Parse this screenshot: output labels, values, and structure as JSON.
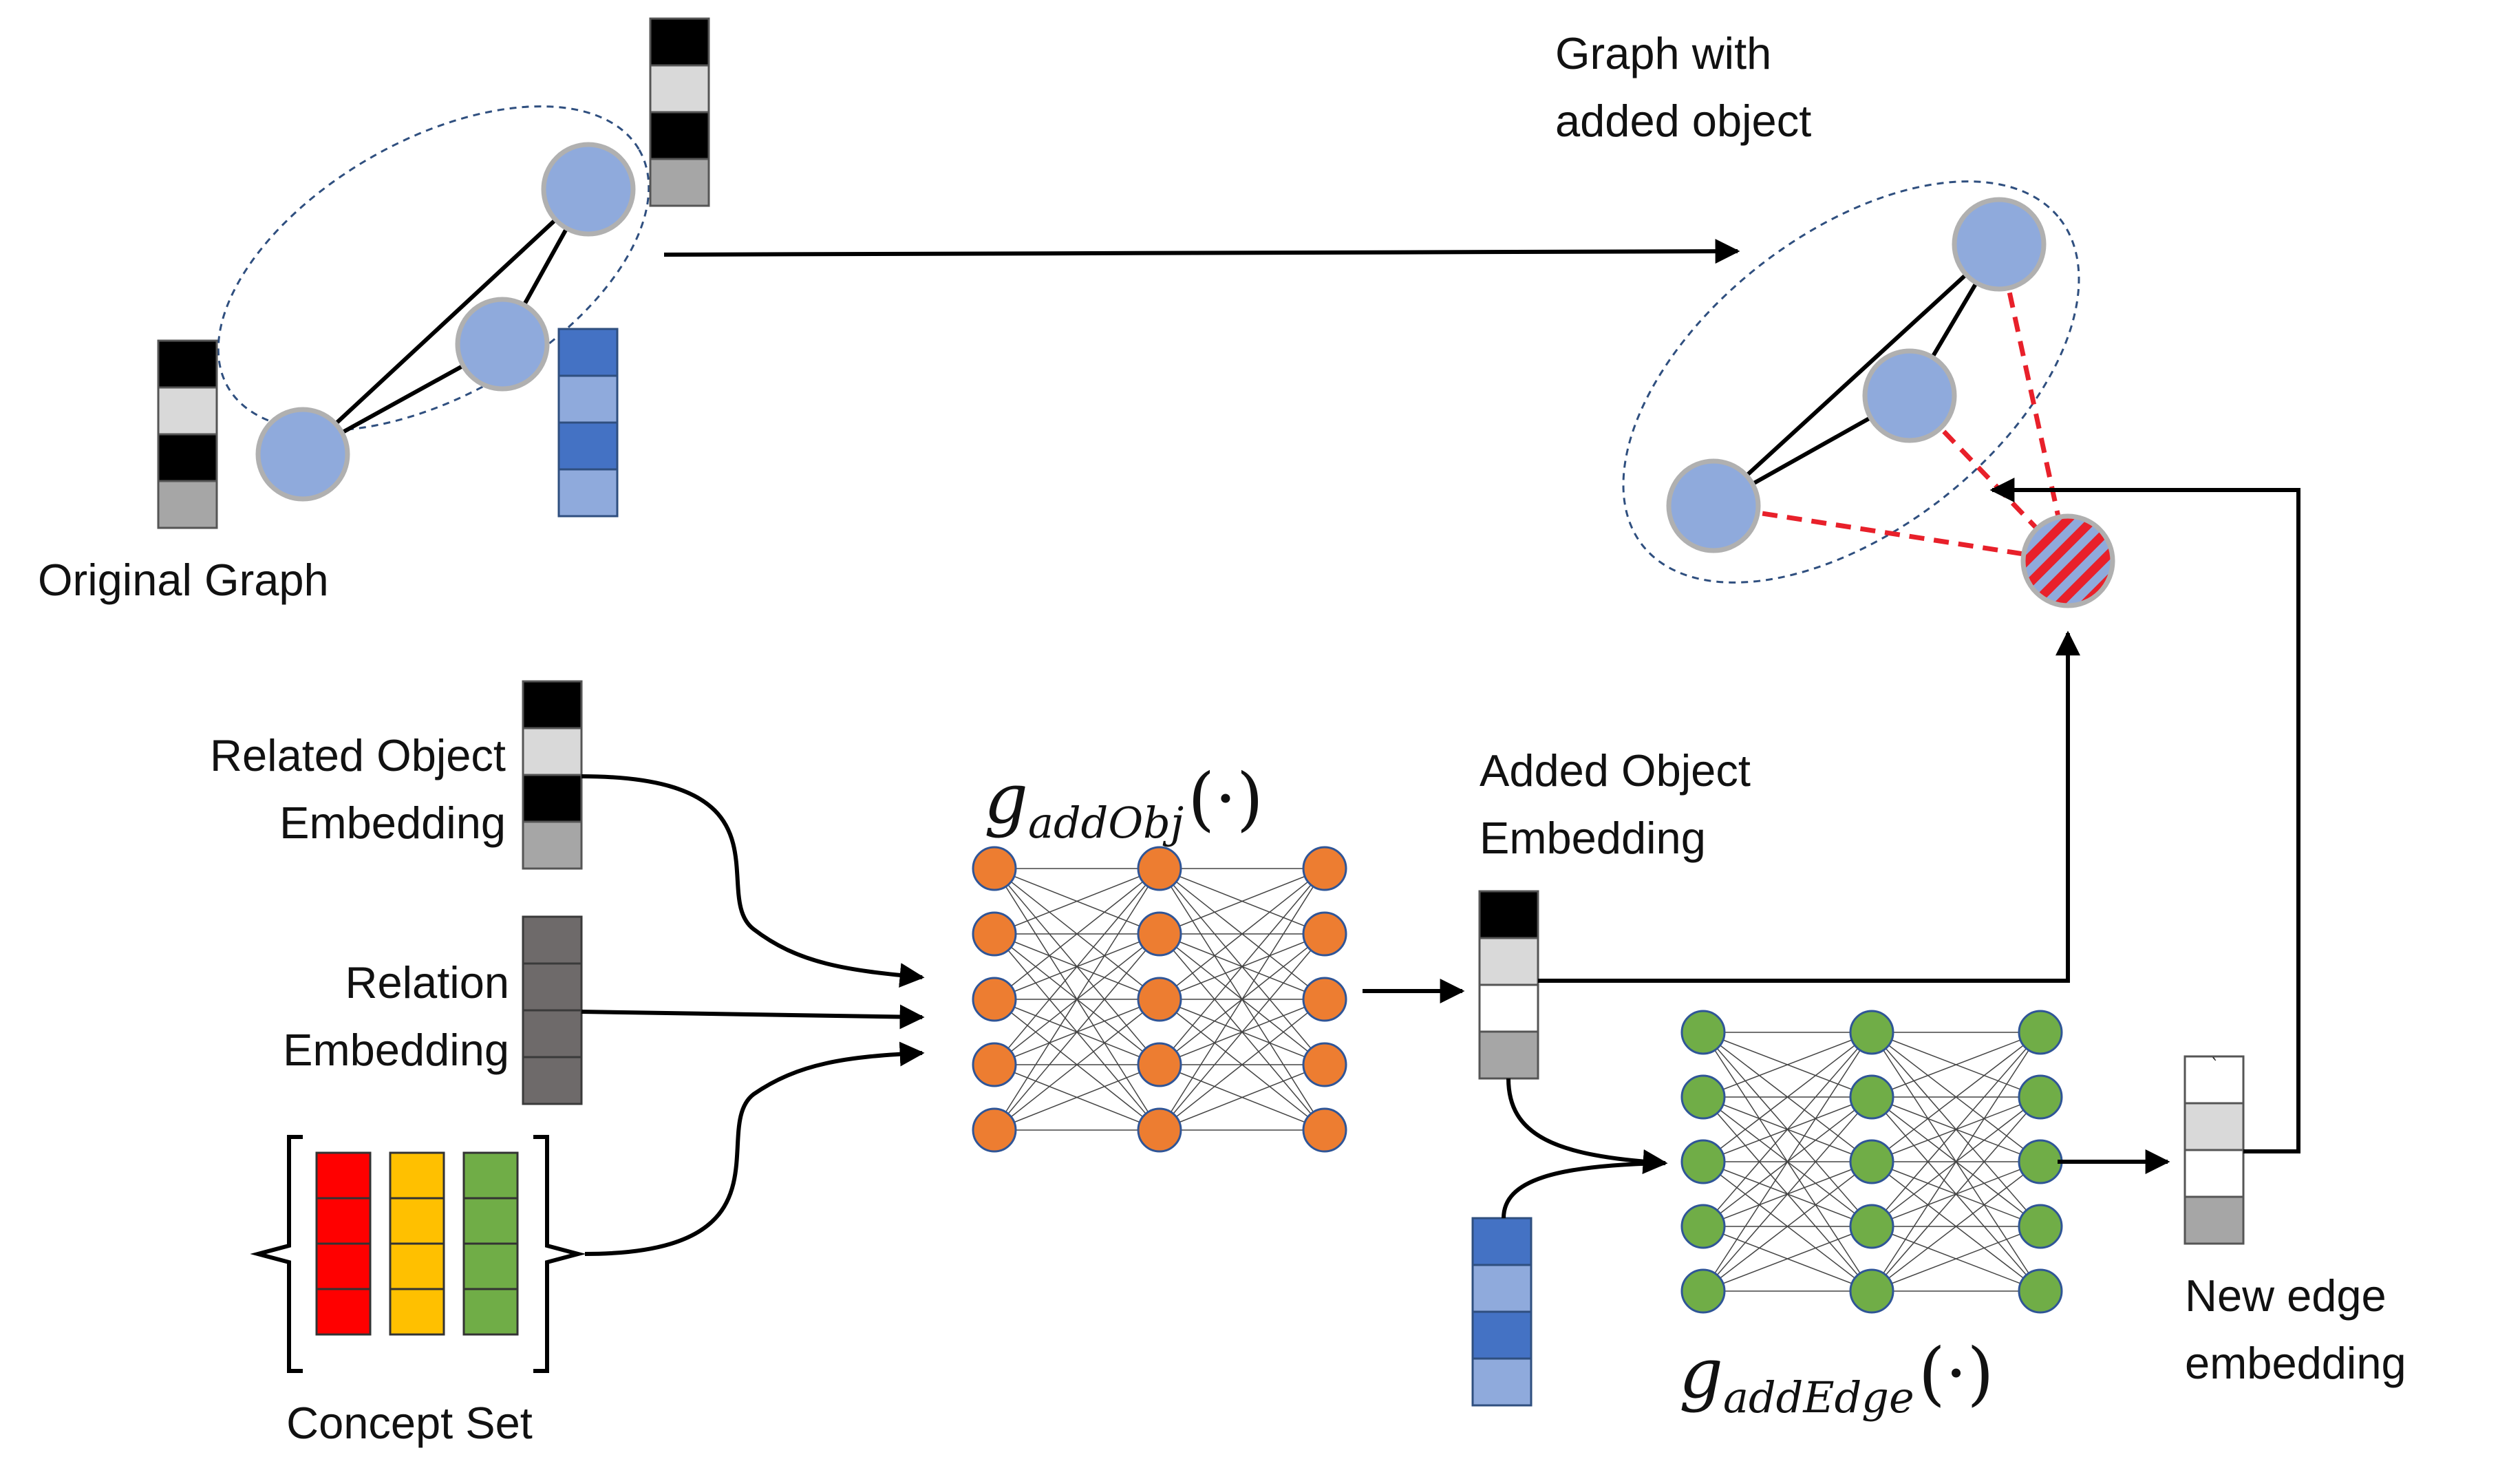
{
  "labels": {
    "original_graph": "Original Graph",
    "graph_with_added_object": [
      "Graph with",
      "added object"
    ],
    "related_object_embedding": [
      "Related Object",
      "Embedding"
    ],
    "relation_embedding": [
      "Relation",
      "Embedding"
    ],
    "concept_set": "Concept Set",
    "added_object_embedding": [
      "Added Object",
      "Embedding"
    ],
    "new_edge_embedding": [
      "New edge",
      "embedding"
    ],
    "new_edge_vector_mark": "`"
  },
  "functions": {
    "add_obj": {
      "symbol": "g",
      "subscript": "addObj",
      "arg": "(·)"
    },
    "add_edge": {
      "symbol": "g",
      "subscript": "addEdge",
      "arg": "(·)"
    }
  },
  "colors": {
    "node_fill": "#8faadc",
    "node_stroke": "#b0b0b0",
    "ellipse_stroke": "#2f4f7f",
    "new_edge_dashed": "#e8202a",
    "orange_neuron": "#ed7d31",
    "green_neuron": "#70ad47",
    "neuron_stroke": "#2f5597",
    "concept_red": "#ff0000",
    "concept_yellow": "#ffc000",
    "concept_green": "#70ad47",
    "relation_gray": "#6e6a6a",
    "dark_blue_cell": "#4472c4",
    "light_blue_cell": "#8faadc"
  },
  "networks": {
    "add_obj": {
      "layers": [
        5,
        5,
        5
      ],
      "color": "orange"
    },
    "add_edge": {
      "layers": [
        5,
        5,
        5
      ],
      "color": "green"
    }
  },
  "icons": {
    "striped_node": "new-object-node-icon",
    "arrowheads": "arrow-icon"
  }
}
